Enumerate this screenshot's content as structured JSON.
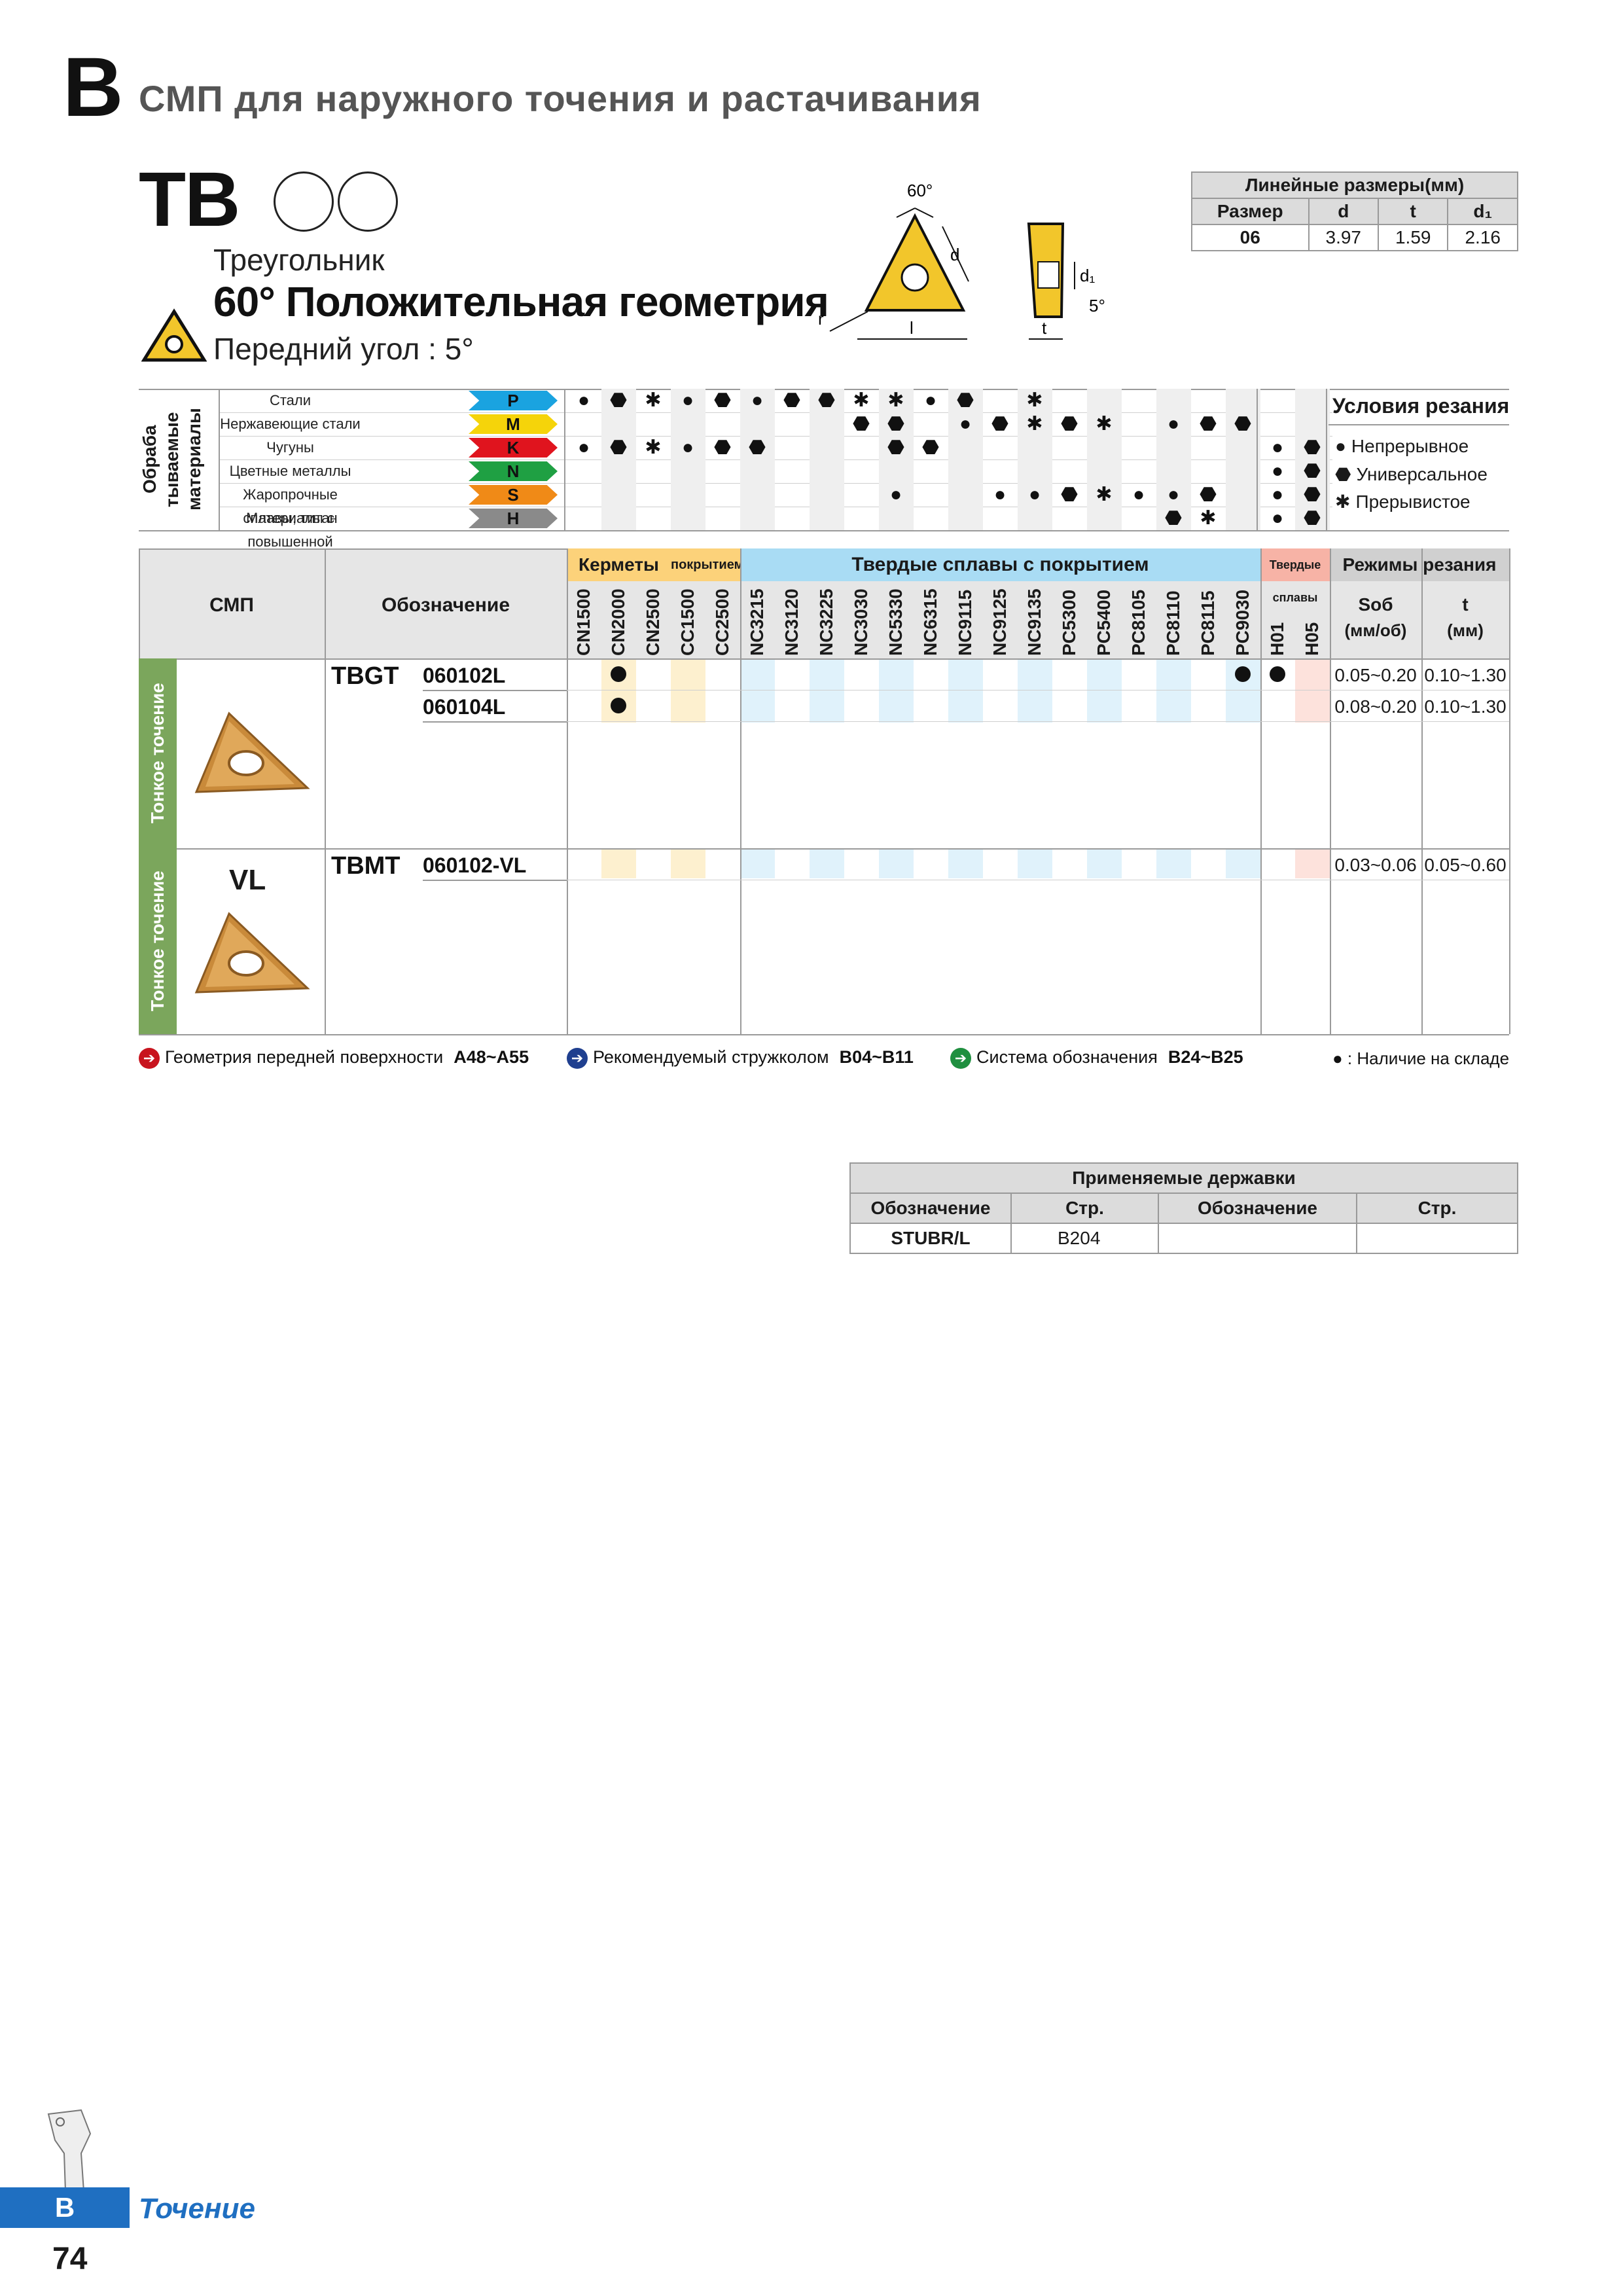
{
  "header": {
    "section_letter": "B",
    "title": "СМП для наружного точения и растачивания"
  },
  "insert": {
    "code": "TB",
    "shape": "Треугольник",
    "geometry": "60° Положительная геометрия",
    "rake": "Передний угол : 5°"
  },
  "drawing": {
    "angle": "60°",
    "d": "d",
    "r": "r",
    "l": "l",
    "t": "t",
    "d1": "d₁",
    "clearance": "5°"
  },
  "dimensions": {
    "title": "Линейные размеры(мм)",
    "headers": [
      "Размер",
      "d",
      "t",
      "d₁"
    ],
    "row": [
      "06",
      "3.97",
      "1.59",
      "2.16"
    ]
  },
  "materials": {
    "side_label": "Обраба тываемые материалы",
    "rows": [
      {
        "name": "Стали",
        "letter": "P",
        "color": "#1aa3e0"
      },
      {
        "name": "Нержавеющие стали",
        "letter": "M",
        "color": "#f5d40a"
      },
      {
        "name": "Чугуны",
        "letter": "K",
        "color": "#e0141e"
      },
      {
        "name": "Цветные металлы",
        "letter": "N",
        "color": "#1fa043"
      },
      {
        "name": "Жаропрочные сплавы, титан",
        "letter": "S",
        "color": "#f08a17"
      },
      {
        "name": "Материалы с повышенной твердостью",
        "letter": "H",
        "color": "#8a8a8a"
      }
    ]
  },
  "cutting_conditions": {
    "title": "Условия резания",
    "items": [
      {
        "symbol": "●",
        "label": "Непрерывное"
      },
      {
        "symbol": "⬣",
        "label": "Универсальное"
      },
      {
        "symbol": "✱",
        "label": "Прерывистое"
      }
    ]
  },
  "grades": {
    "bands": {
      "cermets": "Керметы",
      "coated": "покрытием",
      "coated_carbide": "Твердые сплавы с покрытием",
      "carbide": "Твердые сплавы",
      "modes": "Режимы резания"
    },
    "headers": {
      "insert": "СМП",
      "designation": "Обозначение",
      "feed": "Sоб",
      "feed_unit": "(мм/об)",
      "depth": "t",
      "depth_unit": "(мм)"
    },
    "columns": [
      "CN1500",
      "CN2000",
      "CN2500",
      "CC1500",
      "CC2500",
      "NC3215",
      "NC3120",
      "NC3225",
      "NC3030",
      "NC5330",
      "NC6315",
      "NC9115",
      "NC9125",
      "NC9135",
      "PC5300",
      "PC5400",
      "PC8105",
      "PC8110",
      "PC8115",
      "PC9030",
      "H01",
      "H05"
    ]
  },
  "matrix": {
    "P": [
      "●",
      "⬣",
      "✱",
      "●",
      "⬣",
      "●",
      "⬣",
      "⬣",
      "✱",
      "✱",
      "●",
      "⬣",
      "",
      "✱",
      "",
      "",
      "",
      "",
      "",
      "",
      "",
      ""
    ],
    "M": [
      "",
      "",
      "",
      "",
      "",
      "",
      "",
      "",
      "⬣",
      "⬣",
      "",
      "●",
      "⬣",
      "✱",
      "⬣",
      "✱",
      "",
      "●",
      "⬣",
      "⬣",
      "",
      ""
    ],
    "K": [
      "●",
      "⬣",
      "✱",
      "●",
      "⬣",
      "⬣",
      "",
      "",
      "",
      "⬣",
      "⬣",
      "",
      "",
      "",
      "",
      "",
      "",
      "",
      "",
      "",
      "●",
      "⬣"
    ],
    "N": [
      "",
      "",
      "",
      "",
      "",
      "",
      "",
      "",
      "",
      "",
      "",
      "",
      "",
      "",
      "",
      "",
      "",
      "",
      "",
      "",
      "●",
      "⬣"
    ],
    "S": [
      "",
      "",
      "",
      "",
      "",
      "",
      "",
      "",
      "",
      "●",
      "",
      "",
      "●",
      "●",
      "⬣",
      "✱",
      "●",
      "●",
      "⬣",
      "",
      "●",
      "⬣"
    ],
    "H": [
      "",
      "",
      "",
      "",
      "",
      "",
      "",
      "",
      "",
      "",
      "",
      "",
      "",
      "",
      "",
      "",
      "",
      "⬣",
      "✱",
      "",
      "●",
      "⬣"
    ]
  },
  "products": [
    {
      "family": "TBGT",
      "section": "Тонкое точение",
      "chipbreaker": "",
      "rows": [
        {
          "designation": "060102L",
          "feed": "0.05~0.20",
          "depth": "0.10~1.30"
        },
        {
          "designation": "060104L",
          "feed": "0.08~0.20",
          "depth": "0.10~1.30"
        }
      ]
    },
    {
      "family": "TBMT",
      "section": "Тонкое точение",
      "chipbreaker": "VL",
      "rows": [
        {
          "designation": "060102-VL",
          "feed": "0.03~0.06",
          "depth": "0.05~0.60"
        }
      ]
    }
  ],
  "footer_refs": [
    {
      "label": "Геометрия передней поверхности",
      "pages": "A48~A55",
      "color": "#c8141e"
    },
    {
      "label": "Рекомендуемый стружколом",
      "pages": "B04~B11",
      "color": "#1f3f8f"
    },
    {
      "label": "Система обозначения",
      "pages": "B24~B25",
      "color": "#1f8f3f"
    }
  ],
  "stock_note": "● : Наличие на складе",
  "holders": {
    "title": "Применяемые державки",
    "headers": [
      "Обозначение",
      "Стр.",
      "Обозначение",
      "Стр."
    ],
    "row": [
      "STUBR/L",
      "B204",
      "",
      ""
    ]
  },
  "page": {
    "tab_letter": "B",
    "section": "Точение",
    "number": "74"
  }
}
